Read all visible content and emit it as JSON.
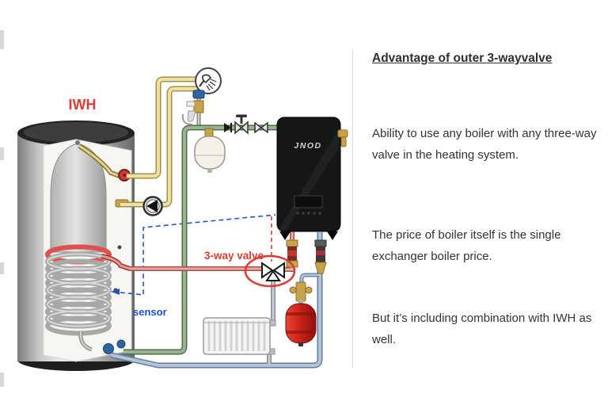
{
  "panel": {
    "title": "Advantage of outer 3-wayvalve",
    "paragraphs": {
      "p1": "Ability to use any boiler with any three-way valve in the heating system.",
      "p2": "The price of boiler itself is the single exchanger boiler price.",
      "p3": "But it’s including combination with IWH as well."
    }
  },
  "diagram": {
    "tank_label": "IWH",
    "sensor_label": "sensor",
    "valve_label": "3-way valve",
    "boiler_brand": "JNOD",
    "colors": {
      "label_red": "#e03a2f",
      "label_blue": "#1f4fd8",
      "pipe_yellow": "#e3d48d",
      "pipe_green": "#9ab48f",
      "pipe_red": "#e09a97",
      "pipe_blue": "#b4c4d8",
      "boiler_black": "#161616",
      "vessel_red": "#d6281c"
    }
  }
}
